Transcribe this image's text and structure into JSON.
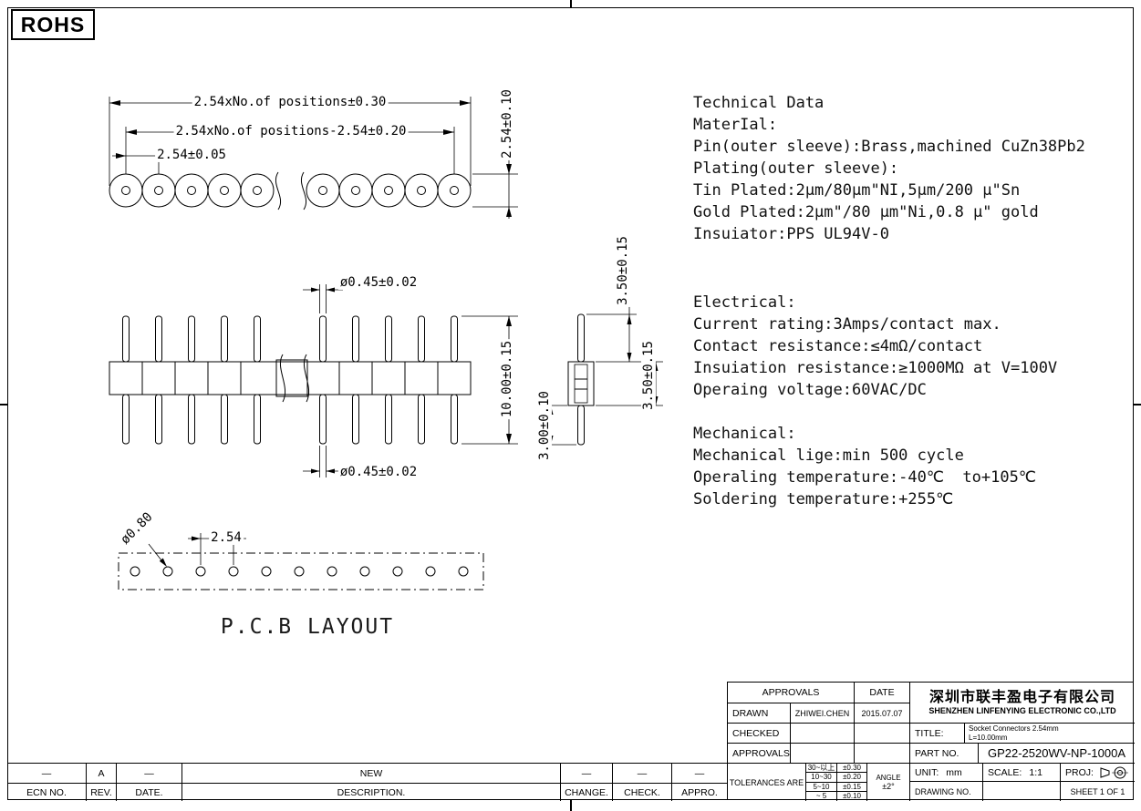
{
  "rohs_label": "ROHS",
  "dimensions": {
    "top_total": "2.54xNo.of positions±0.30",
    "top_inner": "2.54xNo.of positions-2.54±0.20",
    "top_pitch": "2.54±0.05",
    "top_height": "2.54±0.10",
    "pin_dia_top": "ø0.45±0.02",
    "pin_dia_bottom": "ø0.45±0.02",
    "body_length": "10.00±0.15",
    "detail_top": "3.50±0.15",
    "detail_mid": "3.50±0.15",
    "detail_tail": "3.00±0.10",
    "pcb_hole": "ø0.80",
    "pcb_pitch": "2.54",
    "pcb_title": "P.C.B LAYOUT"
  },
  "technical_data": {
    "material": [
      "Technical Data",
      "MaterIal:",
      "Pin(outer sleeve):Brass,machined CuZn38Pb2",
      "Plating(outer sleeve):",
      "Tin Plated:2μm/80μm\"NI,5μm/200 μ\"Sn",
      "Gold Plated:2μm\"/80 μm\"Ni,0.8 μ\" gold",
      "Insuiator:PPS UL94V-0"
    ],
    "electrical": [
      "Electrical:",
      "Current rating:3Amps/contact max.",
      "Contact resistance:≤4mΩ/contact",
      "Insuiation resistance:≥1000MΩ at V=100V",
      "Operaing voltage:60VAC/DC"
    ],
    "mechanical": [
      "Mechanical:",
      "Mechanical lige:min 500 cycle",
      "Operaling temperature:-40℃  to+105℃",
      "Soldering temperature:+255℃"
    ]
  },
  "title_block": {
    "approvals_header": "APPROVALS",
    "date_header": "DATE",
    "drawn_label": "DRAWN",
    "drawn_name": "ZHIWEI.CHEN",
    "drawn_date": "2015.07.07",
    "checked_label": "CHECKED",
    "approvals_label": "APPROVALS",
    "tolerances_label": "TOLERANCES ARE",
    "tolerance_rows": [
      {
        "range": "30~以上",
        "tol": "±0.30"
      },
      {
        "range": "10~30",
        "tol": "±0.20"
      },
      {
        "range": "5~10",
        "tol": "±0.15"
      },
      {
        "range": "~ 5",
        "tol": "±0.10"
      }
    ],
    "angle_label": "ANGLE",
    "angle_value": "±2°",
    "company_cn": "深圳市联丰盈电子有限公司",
    "company_en": "SHENZHEN LINFENYING ELECTRONIC CO.,LTD",
    "title_label": "TITLE:",
    "title_line1": "Socket Connectors 2.54mm",
    "title_line2": "L=10.00mm",
    "part_no_label": "PART NO.",
    "part_no_value": "GP22-2520WV-NP-1000A",
    "unit_label": "UNIT:",
    "unit_value": "mm",
    "scale_label": "SCALE:",
    "scale_value": "1:1",
    "proj_label": "PROJ:",
    "drawing_no_label": "DRAWING NO.",
    "sheet_label": "SHEET 1 OF 1"
  },
  "revision_strip": {
    "ecn_no_label": "ECN NO.",
    "rev_value": "A",
    "rev_label": "REV.",
    "date_label": "DATE.",
    "description_value": "NEW",
    "description_label": "DESCRIPTION.",
    "change_label": "CHANGE.",
    "check_label": "CHECK.",
    "appro_label": "APPRO.",
    "dash": "—"
  }
}
